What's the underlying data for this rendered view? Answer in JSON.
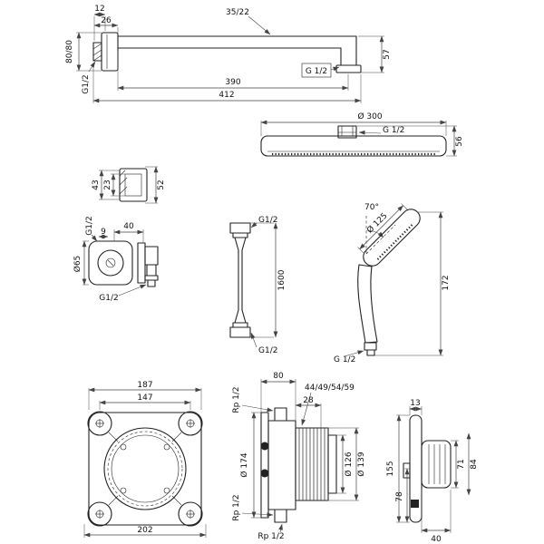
{
  "title": "Shower system technical dimension drawing",
  "colors": {
    "ink": "#222222",
    "dim_line": "#444444",
    "background": "#ffffff"
  },
  "labels": {
    "arm": {
      "d12": "12",
      "d26": "26",
      "d35_22": "35/22",
      "d57": "57",
      "d80_80": "80/80",
      "g_wall": "G1/2",
      "g_end": "G 1/2",
      "d390": "390",
      "d412": "412"
    },
    "head": {
      "dia": "Ø 300",
      "g": "G 1/2",
      "d56": "56"
    },
    "bracket": {
      "d43": "43",
      "d23": "23",
      "d52": "52"
    },
    "outlet": {
      "g_top": "G1/2",
      "d9": "9",
      "d40": "40",
      "dia65": "Ø65",
      "g_bottom": "G1/2"
    },
    "hose": {
      "g_top": "G1/2",
      "d1600": "1600",
      "g_bottom": "G1/2"
    },
    "hand": {
      "angle": "70°",
      "dia": "Ø 125",
      "d172": "172",
      "g": "G 1/2"
    },
    "ibox": {
      "d187": "187",
      "d147": "147",
      "d202": "202"
    },
    "base": {
      "d80": "80",
      "depths": "44/49/54/59",
      "d28": "28",
      "rp_top": "Rp 1/2",
      "dia174": "Ø 174",
      "rp_mid": "Rp 1/2",
      "dia126": "Ø 126",
      "dia139": "Ø 139",
      "rp_bottom": "Rp 1/2"
    },
    "trim": {
      "d13": "13",
      "d155": "155",
      "d71": "71",
      "d84": "84",
      "d78": "78",
      "d40": "40"
    }
  }
}
